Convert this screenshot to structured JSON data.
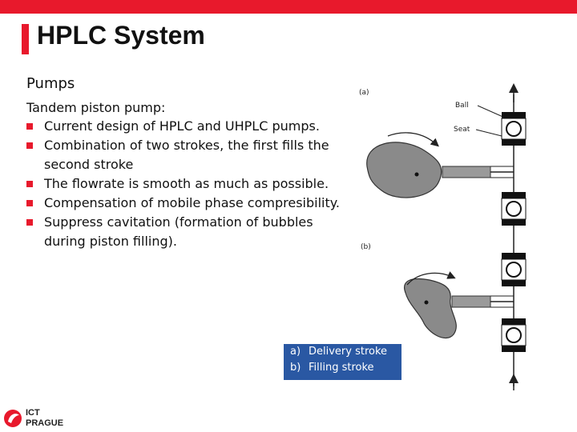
{
  "slide": {
    "title": "HPLC System",
    "subtitle": "Pumps",
    "lead": "Tandem piston pump:",
    "bullets": [
      "Current design of HPLC and UHPLC pumps.",
      "Combination of two strokes, the first fills the second stroke",
      "The flowrate is smooth as much as possible.",
      "Compensation of mobile phase compresibility.",
      "Suppress cavitation (formation of bubbles during piston filling)."
    ]
  },
  "figure": {
    "label_a": "(a)",
    "label_b": "(b)",
    "label_ball": "Ball",
    "label_seat": "Seat"
  },
  "legend": [
    {
      "key": "a)",
      "text": "Delivery stroke"
    },
    {
      "key": "b)",
      "text": "Filling stroke"
    }
  ],
  "logo": {
    "line1": "ICT",
    "line2": "PRAGUE"
  },
  "colors": {
    "accent": "#e8192c",
    "legend_bg": "#2a58a3",
    "cam": "#8a8a8a"
  }
}
